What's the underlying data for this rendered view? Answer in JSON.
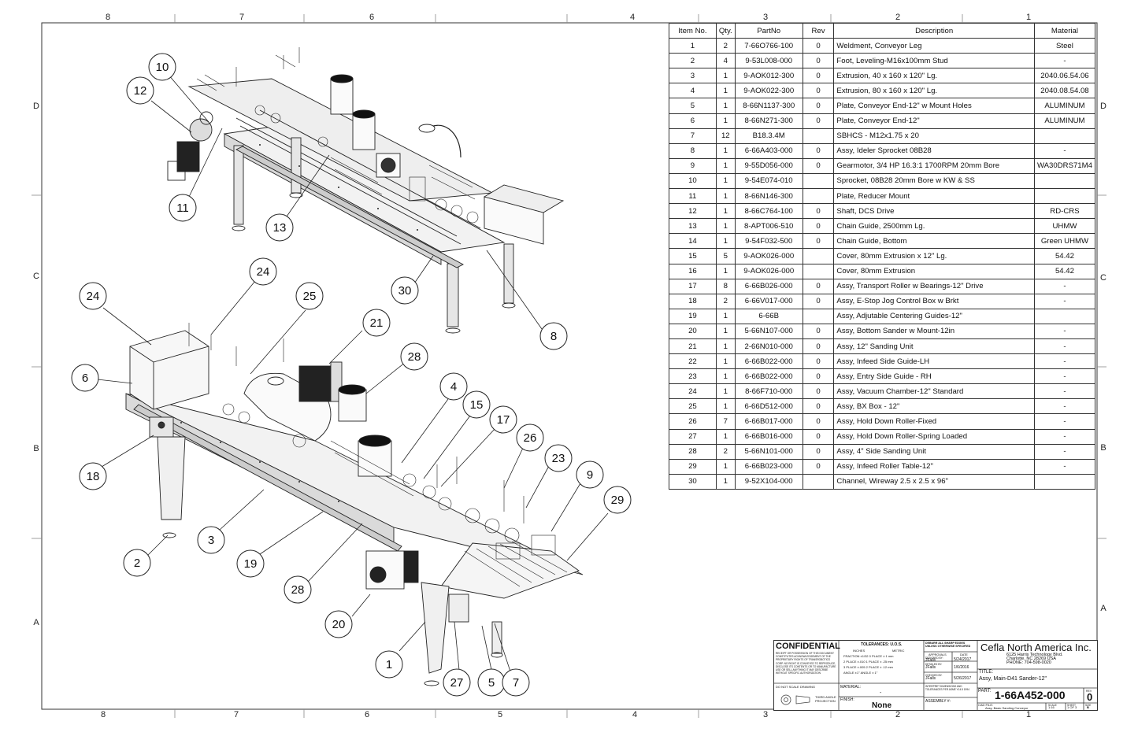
{
  "zones": {
    "top": [
      "8",
      "7",
      "6",
      "4",
      "3",
      "2",
      "1"
    ],
    "bottom": [
      "8",
      "7",
      "6",
      "5",
      "4",
      "3",
      "2",
      "1"
    ],
    "left": [
      "D",
      "C",
      "B",
      "A"
    ],
    "right": [
      "D",
      "C",
      "B",
      "A"
    ]
  },
  "bom": {
    "headers": [
      "Item No.",
      "Qty.",
      "PartNo",
      "Rev",
      "Description",
      "Material"
    ],
    "rows": [
      {
        "item": "1",
        "qty": "2",
        "part": "7-66O766-100",
        "rev": "0",
        "desc": "Weldment, Conveyor Leg",
        "mat": "Steel"
      },
      {
        "item": "2",
        "qty": "4",
        "part": "9-53L008-000",
        "rev": "0",
        "desc": "Foot, Leveling-M16x100mm Stud",
        "mat": "-"
      },
      {
        "item": "3",
        "qty": "1",
        "part": "9-AOK012-300",
        "rev": "0",
        "desc": "Extrusion, 40 x 160 x 120\" Lg.",
        "mat": "2040.06.54.06"
      },
      {
        "item": "4",
        "qty": "1",
        "part": "9-AOK022-300",
        "rev": "0",
        "desc": "Extrusion, 80 x 160 x 120\" Lg.",
        "mat": "2040.08.54.08"
      },
      {
        "item": "5",
        "qty": "1",
        "part": "8-66N1137-300",
        "rev": "0",
        "desc": "Plate, Conveyor End-12\" w Mount Holes",
        "mat": "ALUMINUM"
      },
      {
        "item": "6",
        "qty": "1",
        "part": "8-66N271-300",
        "rev": "0",
        "desc": "Plate, Conveyor End-12\"",
        "mat": "ALUMINUM"
      },
      {
        "item": "7",
        "qty": "12",
        "part": "B18.3.4M",
        "rev": "",
        "desc": "SBHCS - M12x1.75 x 20",
        "mat": ""
      },
      {
        "item": "8",
        "qty": "1",
        "part": "6-66A403-000",
        "rev": "0",
        "desc": "Assy, Ideler Sprocket 08B28",
        "mat": "-"
      },
      {
        "item": "9",
        "qty": "1",
        "part": "9-55D056-000",
        "rev": "0",
        "desc": "Gearmotor, 3/4 HP 16.3:1 1700RPM 20mm Bore",
        "mat": "WA30DRS71M4"
      },
      {
        "item": "10",
        "qty": "1",
        "part": "9-54E074-010",
        "rev": "",
        "desc": "Sprocket, 08B28 20mm Bore w KW & SS",
        "mat": ""
      },
      {
        "item": "11",
        "qty": "1",
        "part": "8-66N146-300",
        "rev": "",
        "desc": "Plate, Reducer Mount",
        "mat": ""
      },
      {
        "item": "12",
        "qty": "1",
        "part": "8-66C764-100",
        "rev": "0",
        "desc": "Shaft, DCS Drive",
        "mat": "RD-CRS"
      },
      {
        "item": "13",
        "qty": "1",
        "part": "8-APT006-510",
        "rev": "0",
        "desc": "Chain Guide, 2500mm Lg.",
        "mat": "UHMW"
      },
      {
        "item": "14",
        "qty": "1",
        "part": "9-54F032-500",
        "rev": "0",
        "desc": "Chain Guide, Bottom",
        "mat": "Green UHMW"
      },
      {
        "item": "15",
        "qty": "5",
        "part": "9-AOK026-000",
        "rev": "",
        "desc": "Cover, 80mm Extrusion x 12\" Lg.",
        "mat": "54.42"
      },
      {
        "item": "16",
        "qty": "1",
        "part": "9-AOK026-000",
        "rev": "",
        "desc": "Cover, 80mm Extrusion",
        "mat": "54.42"
      },
      {
        "item": "17",
        "qty": "8",
        "part": "6-66B026-000",
        "rev": "0",
        "desc": "Assy, Transport Roller w Bearings-12\" Drive",
        "mat": "-"
      },
      {
        "item": "18",
        "qty": "2",
        "part": "6-66V017-000",
        "rev": "0",
        "desc": "Assy, E-Stop Jog Control Box w Brkt",
        "mat": "-"
      },
      {
        "item": "19",
        "qty": "1",
        "part": "6-66B",
        "rev": "",
        "desc": "Assy, Adjutable Centering Guides-12\"",
        "mat": ""
      },
      {
        "item": "20",
        "qty": "1",
        "part": "5-66N107-000",
        "rev": "0",
        "desc": "Assy, Bottom Sander w Mount-12in",
        "mat": "-"
      },
      {
        "item": "21",
        "qty": "1",
        "part": "2-66N010-000",
        "rev": "0",
        "desc": "Assy, 12\" Sanding Unit",
        "mat": "-"
      },
      {
        "item": "22",
        "qty": "1",
        "part": "6-66B022-000",
        "rev": "0",
        "desc": "Assy, Infeed Side Guide-LH",
        "mat": "-"
      },
      {
        "item": "23",
        "qty": "1",
        "part": "6-66B022-000",
        "rev": "0",
        "desc": "Assy, Entry Side Guide - RH",
        "mat": "-"
      },
      {
        "item": "24",
        "qty": "1",
        "part": "8-66F710-000",
        "rev": "0",
        "desc": "Assy, Vacuum Chamber-12\" Standard",
        "mat": "-"
      },
      {
        "item": "25",
        "qty": "1",
        "part": "6-66D512-000",
        "rev": "0",
        "desc": "Assy, BX Box - 12\"",
        "mat": "-"
      },
      {
        "item": "26",
        "qty": "7",
        "part": "6-66B017-000",
        "rev": "0",
        "desc": "Assy, Hold Down Roller-Fixed",
        "mat": "-"
      },
      {
        "item": "27",
        "qty": "1",
        "part": "6-66B016-000",
        "rev": "0",
        "desc": "Assy, Hold Down Roller-Spring Loaded",
        "mat": "-"
      },
      {
        "item": "28",
        "qty": "2",
        "part": "5-66N101-000",
        "rev": "0",
        "desc": "Assy, 4\" Side Sanding Unit",
        "mat": "-"
      },
      {
        "item": "29",
        "qty": "1",
        "part": "6-66B023-000",
        "rev": "0",
        "desc": "Assy, Infeed Roller Table-12\"",
        "mat": "-"
      },
      {
        "item": "30",
        "qty": "1",
        "part": "9-52X104-000",
        "rev": "",
        "desc": "Channel, Wireway 2.5 x 2.5 x 96\"",
        "mat": ""
      }
    ]
  },
  "balloons": {
    "top_view": [
      "10",
      "12",
      "11",
      "13",
      "30",
      "8"
    ],
    "bottom_view": [
      "24",
      "24",
      "25",
      "21",
      "28",
      "6",
      "18",
      "4",
      "15",
      "17",
      "26",
      "23",
      "9",
      "29",
      "2",
      "3",
      "19",
      "28",
      "20",
      "1",
      "27",
      "5",
      "7"
    ]
  },
  "title_block": {
    "confidential": "CONFIDENTIAL",
    "confidential_note": "RECEIPT OR POSSESSION OF THIS DOCUMENT CONSTITUTES ACKNOWLEDGEMENT OF THE PROPRIETARY RIGHTS OF TRANSROBOTICS CORP. NO RIGHT IS CONVEYED TO REPRODUCE, DISCLOSE ITS CONTENTS OR TO MANUFACTURE USE OR SELL ANYTHING IT MAY DESCRIBE WITHOUT SPECIFIC AUTHORIZATION",
    "do_not_scale": "DO NOT SCALE DRAWING",
    "projection": "THIRD ANGLE PROJECTION",
    "tolerances_title": "TOLERANCES: U.O.S.",
    "tol_inches": "INCHES",
    "tol_metric": "METRIC",
    "tol_lines": [
      "FRACTION  ±1/32  0 PLACE  ±  1 mm",
      "2 PLACE  ±.010  1 PLACE  ± .25 mm",
      "3 PLACE  ±.005  2 PLACE  ± .12 mm",
      "ANGLE  ±1°    ANGLE  ± 1°"
    ],
    "deburr": "DEBURR ALL SHARP EDGES UNLESS OTHERWISE SPECIFIED",
    "approvals": "APPROVALS",
    "date_label": "DATE",
    "designed_by_label": "DESIGNED BY:",
    "designed_by": "JFalls",
    "designed_date": "5/24/2017",
    "detailed_by_label": "DETAILED BY:",
    "detailed_by": "JFalls",
    "detailed_date": "1/6/2016",
    "checked_by_label": "CHECKED BY:",
    "checked_by": "JFalls",
    "checked_date": "5/26/2017",
    "interpret": "INTERPRET DIMENSIONS AND TOLERANCES PER ASME Y14.5 1994",
    "material_label": "MATERIAL:",
    "material_value": "-",
    "finish_label": "FINISH:",
    "finish_value": "None",
    "assembly_label": "ASSEMBLY #:",
    "company": "Cefla North America Inc.",
    "address1": "6125 Harris Technology Blvd.",
    "address2": "Charlotte, NC 28269 USA",
    "phone": "PHONE: 704-598-0020",
    "title_label": "TITLE:",
    "title_value": "Assy, Main-D41 Sander-12\"",
    "part_label": "PART:",
    "part_number": "1-66A452-000",
    "rev_label": "REV",
    "rev_value": "0",
    "cad_label": "CAD FILE:",
    "cad_value": "Assy, Basic Sanding Conveyor",
    "scale_label": "SCALE",
    "scale_value": "1:16",
    "sheet_label": "SHEET",
    "sheet_value": "1 OF 3",
    "size_label": "SIZE",
    "size_value": "B"
  }
}
